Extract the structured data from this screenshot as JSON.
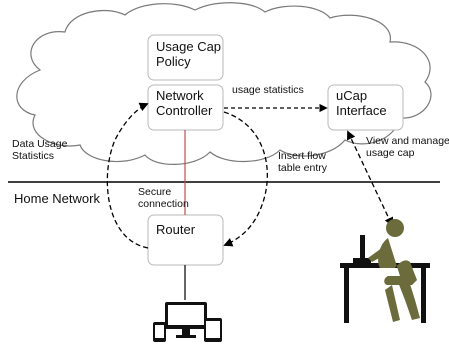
{
  "diagram": {
    "boxes": {
      "usage_cap_policy": [
        "Usage Cap",
        "Policy"
      ],
      "network_controller": [
        "Network",
        "Controller"
      ],
      "ucap_interface": [
        "uCap",
        "Interface"
      ],
      "router": "Router"
    },
    "labels": {
      "usage_statistics": "usage statistics",
      "data_usage_statistics": [
        "Data Usage",
        "Statistics"
      ],
      "insert_flow": [
        "Insert flow",
        "table entry"
      ],
      "view_manage": [
        "View and manage",
        "usage cap"
      ],
      "secure_connection": [
        "Secure",
        "connection"
      ],
      "home_network": "Home Network"
    },
    "colors": {
      "box_fill": "#ffffff",
      "box_stroke": "#b8b8b8",
      "secure_link": "#c0504d",
      "person": "#6b6b3c",
      "desk": "#111111"
    }
  }
}
